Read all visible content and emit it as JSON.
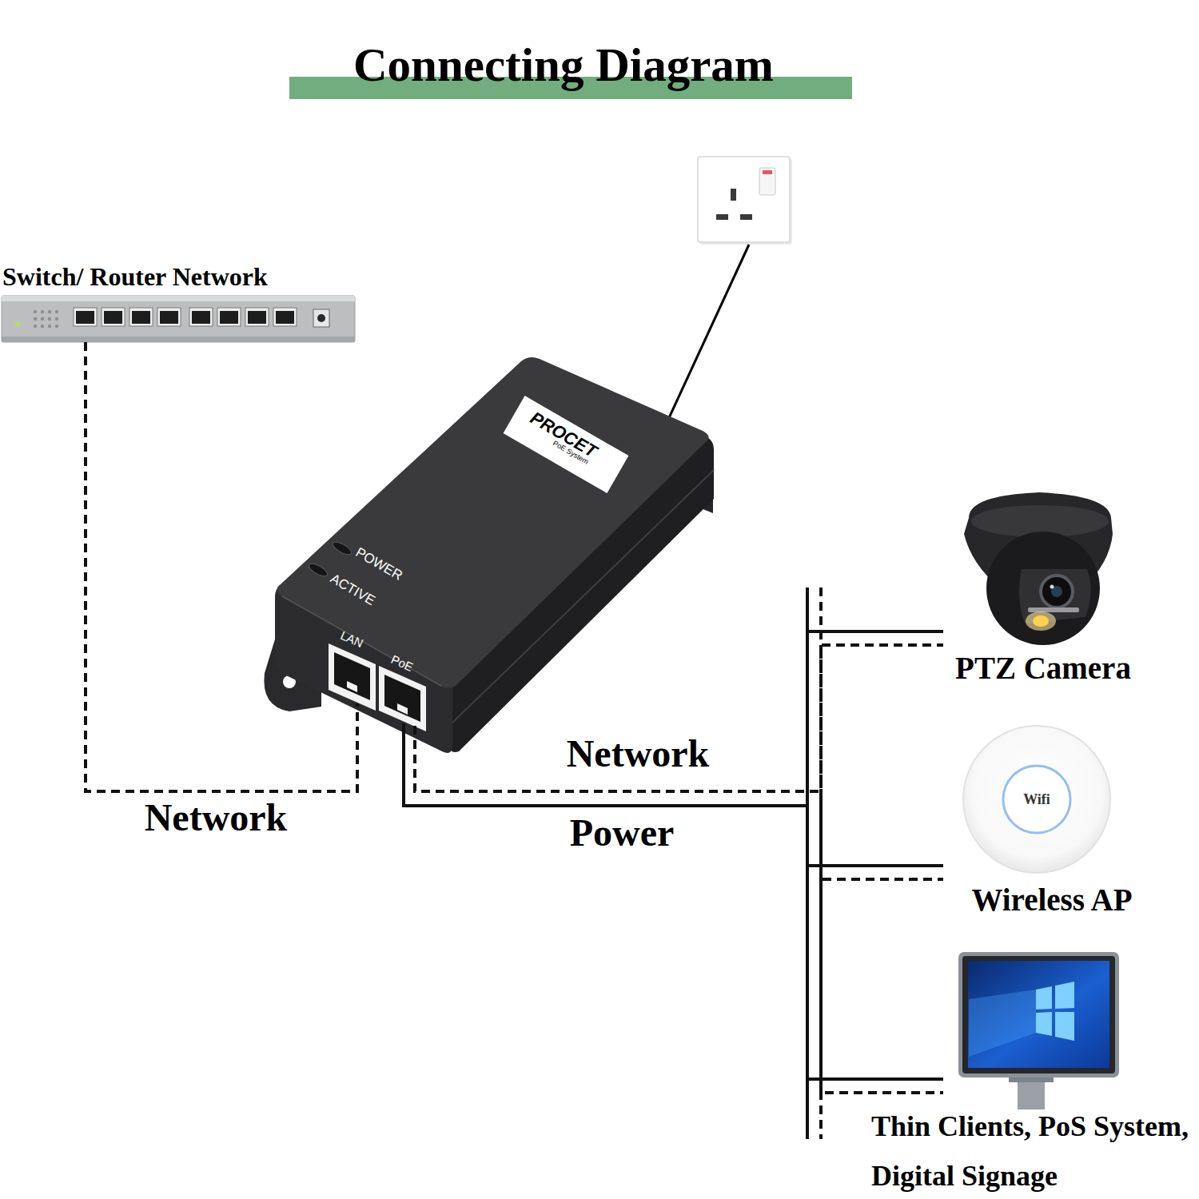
{
  "diagram": {
    "title": "Connecting Diagram",
    "nodes": [
      {
        "text": [
          "Switch/ Router Network"
        ]
      },
      {
        "text": [
          "PROCET",
          "PoE System",
          "POWER",
          "ACTIVE",
          "LAN",
          "PoE"
        ]
      },
      {
        "text": [
          "PTZ Camera"
        ]
      },
      {
        "text": [
          "Wifi",
          "Wireless AP"
        ]
      },
      {
        "text": [
          "Thin Clients, PoS System, Digital Signage"
        ]
      }
    ],
    "edges": [
      {
        "from": 0,
        "to": 1,
        "label": "Network",
        "arrow": "none"
      },
      {
        "from": 1,
        "to": 2,
        "arrow": "none"
      },
      {
        "from": 1,
        "to": 3,
        "arrow": "none"
      },
      {
        "from": 1,
        "to": 4,
        "arrow": "none"
      }
    ],
    "labels": [
      "Network",
      "Power"
    ]
  }
}
